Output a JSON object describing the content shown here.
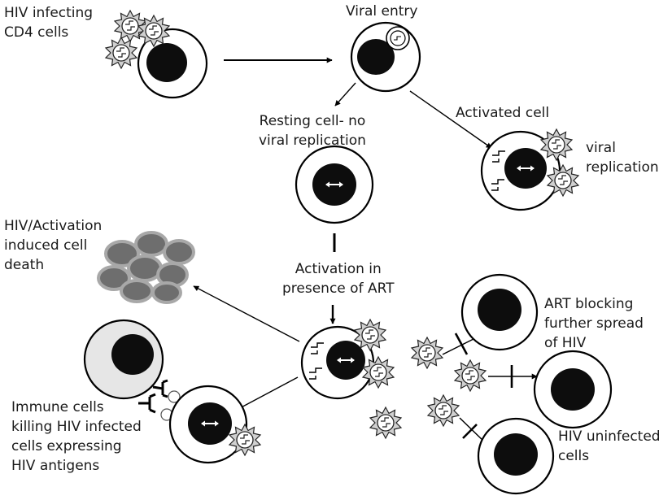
{
  "labels": {
    "hiv_infecting": [
      "HIV infecting",
      "CD4 cells"
    ],
    "viral_entry": [
      "Viral entry"
    ],
    "resting_cell": [
      "Resting cell- no",
      "viral replication"
    ],
    "activated_cell": [
      "Activated cell"
    ],
    "viral_replication": [
      "viral",
      "replication"
    ],
    "cell_death": [
      "HIV/Activation",
      "induced cell",
      "death"
    ],
    "activation_art": [
      "Activation in",
      "presence of ART"
    ],
    "art_blocking": [
      "ART blocking",
      "further spread",
      "of HIV"
    ],
    "immune_cells": [
      "Immune cells",
      "killing HIV infected",
      "cells expressing",
      "HIV antigens"
    ],
    "uninfected": [
      "HIV uninfected",
      "cells"
    ]
  },
  "colors": {
    "nucleus": "#0d0d0d",
    "outline": "#000000",
    "dead_cell": "#6e6e6e",
    "dead_cell_edge": "#a8a8a8",
    "immune_cell_fill": "#e6e6e6",
    "virus_fill": "#d0d0d0"
  }
}
